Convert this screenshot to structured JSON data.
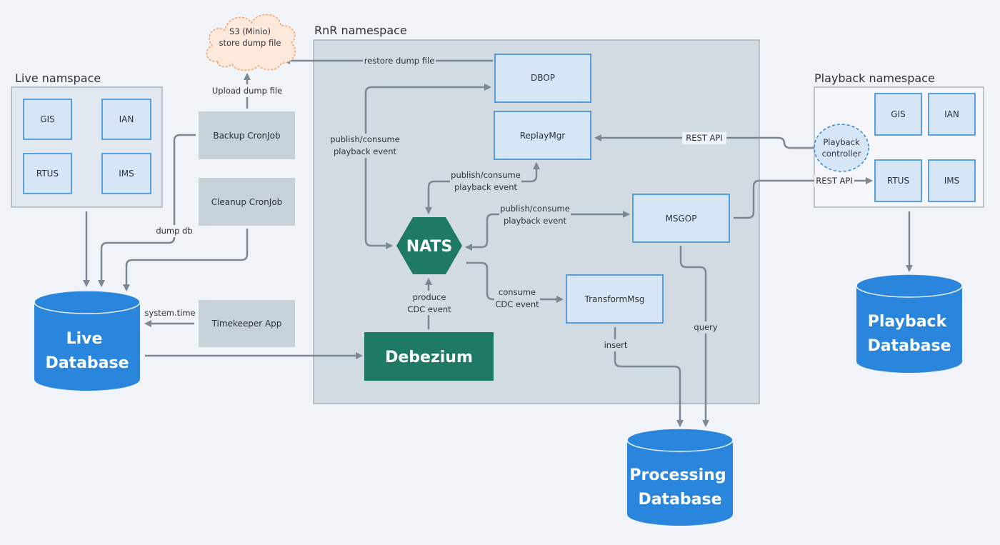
{
  "namespaces": {
    "live": "Live namspace",
    "rnr": "RnR namespace",
    "playback": "Playback namespace"
  },
  "live_services": [
    "GIS",
    "IAN",
    "RTUS",
    "IMS"
  ],
  "playback_services": [
    "GIS",
    "IAN",
    "RTUS",
    "IMS"
  ],
  "s3": {
    "line1": "S3 (Minio)",
    "line2": "store dump file"
  },
  "jobs": {
    "backup": "Backup CronJob",
    "cleanup": "Cleanup CronJob",
    "timekeeper": "Timekeeper App"
  },
  "rnr_components": {
    "dbop": "DBOP",
    "replaymgr": "ReplayMgr",
    "msgop": "MSGOP",
    "transformmsg": "TransformMsg",
    "nats": "NATS",
    "debezium": "Debezium"
  },
  "playback_controller": {
    "line1": "Playback",
    "line2": "controller"
  },
  "databases": {
    "live": {
      "line1": "Live",
      "line2": "Database"
    },
    "playback": {
      "line1": "Playback",
      "line2": "Database"
    },
    "processing": {
      "line1": "Processing",
      "line2": "Database"
    }
  },
  "edge_labels": {
    "upload_dump": "Upload dump file",
    "restore_dump": "restore dump file",
    "dump_db": "dump db",
    "system_time": "system.time",
    "publish_consume_1": {
      "line1": "publish/consume",
      "line2": "playback event"
    },
    "publish_consume_2": {
      "line1": "publish/consume",
      "line2": "playback event"
    },
    "publish_consume_3": {
      "line1": "publish/consume",
      "line2": "playback event"
    },
    "produce_cdc": {
      "line1": "produce",
      "line2": "CDC event"
    },
    "consume_cdc": {
      "line1": "consume",
      "line2": "CDC event"
    },
    "rest_api_1": "REST API",
    "rest_api_2": "REST API",
    "query": "query",
    "insert": "insert"
  },
  "colors": {
    "background": "#f0f3f7",
    "namespace_fill": "#d2dae2",
    "service_fill": "#d6e6f6",
    "service_stroke": "#2b87d9",
    "job_fill": "#c6d1da",
    "s3_fill": "#fde9dc",
    "s3_stroke": "#f2a064",
    "database": "#2a86dc",
    "nats": "#1e7a65",
    "debezium": "#1e7a65",
    "arrow": "#7d8793"
  }
}
